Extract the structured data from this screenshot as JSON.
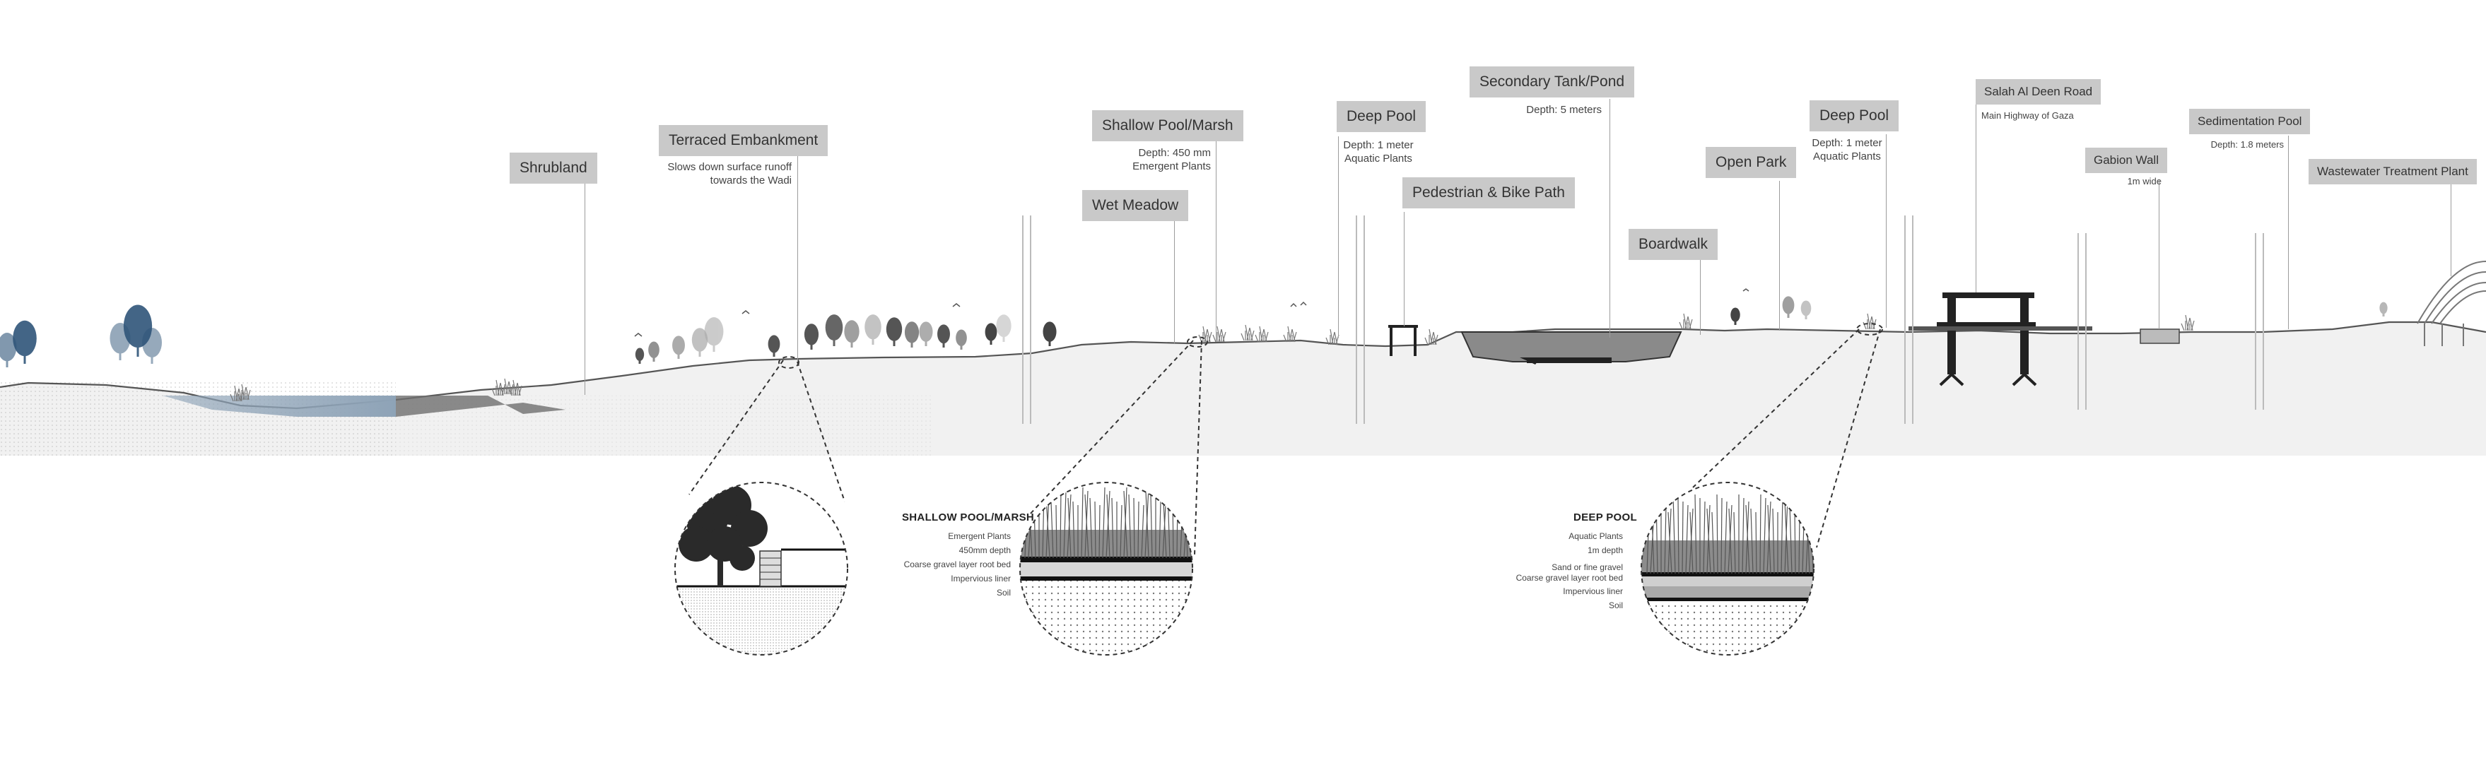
{
  "labels": {
    "shrubland": {
      "title": "Shrubland"
    },
    "terraced_embankment": {
      "title": "Terraced Embankment",
      "note": [
        "Slows down surface runoff",
        "towards the Wadi"
      ]
    },
    "wet_meadow": {
      "title": "Wet Meadow"
    },
    "shallow_pool_marsh": {
      "title": "Shallow Pool/Marsh",
      "note": [
        "Depth: 450 mm",
        "Emergent Plants"
      ]
    },
    "deep_pool_1": {
      "title": "Deep Pool",
      "note": [
        "Depth: 1 meter",
        "Aquatic Plants"
      ]
    },
    "pedestrian_bike_path": {
      "title": "Pedestrian & Bike Path"
    },
    "secondary_tank_pond": {
      "title": "Secondary Tank/Pond",
      "note": [
        "Depth: 5 meters"
      ]
    },
    "boardwalk": {
      "title": "Boardwalk"
    },
    "open_park": {
      "title": "Open Park"
    },
    "deep_pool_2": {
      "title": "Deep Pool",
      "note": [
        "Depth: 1 meter",
        "Aquatic Plants"
      ]
    },
    "salah_al_deen_road": {
      "title": "Salah Al Deen Road",
      "note": [
        "Main Highway of Gaza"
      ]
    },
    "gabion_wall": {
      "title": "Gabion Wall",
      "note": [
        "1m wide"
      ]
    },
    "sedimentation_pool": {
      "title": "Sedimentation Pool",
      "note": [
        "Depth: 1.8 meters"
      ]
    },
    "wastewater_treatment_plant": {
      "title": "Wastewater Treatment Plant"
    }
  },
  "details": {
    "shallow": {
      "title": "SHALLOW POOL/MARSH",
      "layers": [
        "Emergent Plants",
        "450mm depth",
        "Coarse gravel layer root bed",
        "Impervious liner",
        "Soil"
      ]
    },
    "deep": {
      "title": "DEEP POOL",
      "layers": [
        "Aquatic Plants",
        "1m depth",
        "Sand or fine gravel",
        "Coarse gravel layer root bed",
        "Impervious liner",
        "Soil"
      ]
    }
  },
  "colors": {
    "water": "#8ea3b7",
    "tree_blue": "#2f5579",
    "label_bg": "#c9c9c9",
    "ground": "#efefef"
  }
}
